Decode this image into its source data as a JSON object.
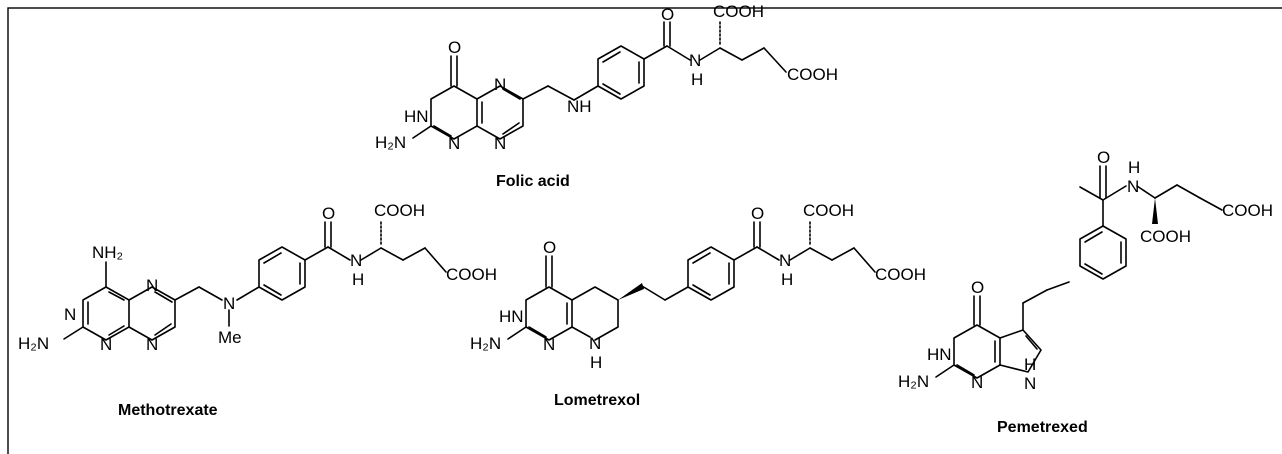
{
  "captions": {
    "folic": "Folic acid",
    "methotrexate": "Methotrexate",
    "lometrexol": "Lometrexol",
    "pemetrexed": "Pemetrexed"
  },
  "atoms": {
    "O": "O",
    "N": "N",
    "H": "H",
    "HN": "HN",
    "NH": "NH",
    "H2N": "H₂N",
    "NH2": "NH₂",
    "Me": "Me",
    "COOH": "COOH"
  }
}
